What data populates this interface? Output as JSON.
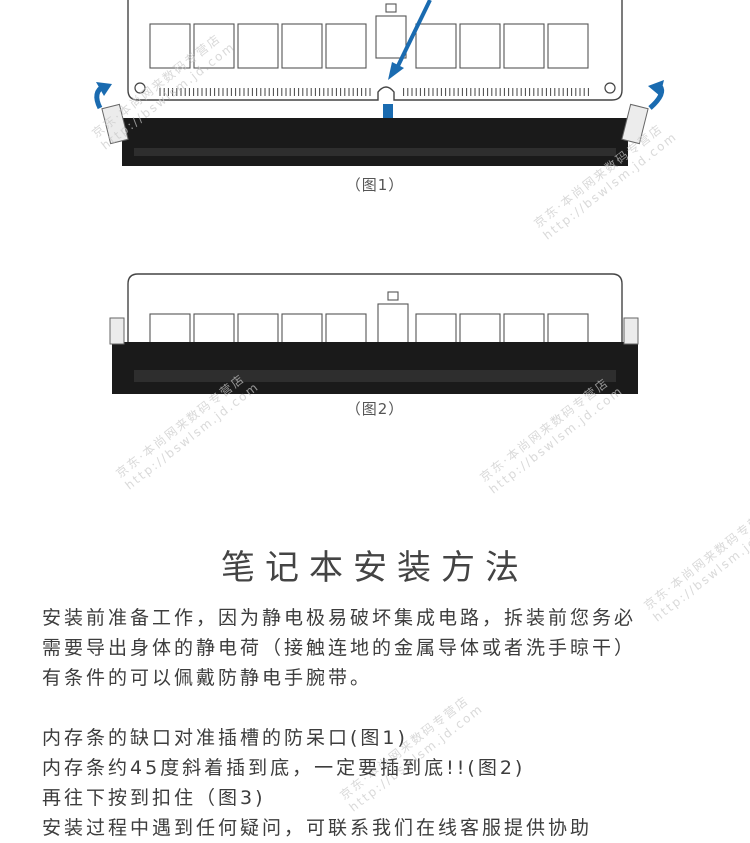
{
  "figure1": {
    "caption": "（图1）"
  },
  "figure2": {
    "caption": "（图2）"
  },
  "watermark": {
    "line1": "京东·本尚网来数码专营店",
    "line2": "http://bswlsm.jd.com"
  },
  "section": {
    "title": "笔记本安装方法"
  },
  "paragraph1": [
    "安装前准备工作，因为静电极易破坏集成电路，拆装前您务必",
    "需要导出身体的静电荷（接触连地的金属导体或者洗手晾干）",
    "有条件的可以佩戴防静电手腕带。"
  ],
  "steps": [
    "内存条的缺口对准插槽的防呆口(图1)",
    "内存条约45度斜着插到底，一定要插到底!!(图2)",
    "再往下按到扣住（图3)",
    "安装过程中遇到任何疑问，可联系我们在线客服提供协助"
  ],
  "colors": {
    "arrow": "#1a6bb0",
    "slot": "#1a1a1a",
    "outline": "#444444"
  }
}
